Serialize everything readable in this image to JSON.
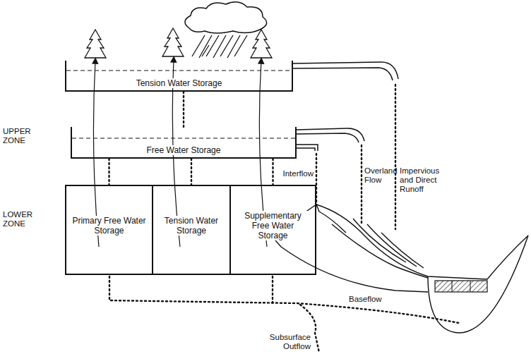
{
  "diagram": {
    "nodes": [
      {
        "text": [
          "Tension Water Storage"
        ]
      },
      {
        "text": [
          "Free Water Storage"
        ]
      },
      {
        "text": [
          "Primary Free Water Storage"
        ]
      },
      {
        "text": [
          "Tension Water Storage"
        ]
      },
      {
        "text": [
          "Supplementary Free Water Storage"
        ]
      }
    ],
    "edges": [
      {
        "from": 0,
        "to": 1,
        "arrow": "none"
      },
      {
        "from": 1,
        "to": 2,
        "arrow": "none"
      },
      {
        "from": 1,
        "to": 3,
        "arrow": "none"
      },
      {
        "from": 1,
        "to": 4,
        "arrow": "none"
      }
    ],
    "labels": [
      "UPPER ZONE",
      "LOWER ZONE",
      "Interflow",
      "Overland Flow",
      "Impervious and Direct Runoff",
      "Baseflow",
      "Subsurface Outflow"
    ]
  }
}
